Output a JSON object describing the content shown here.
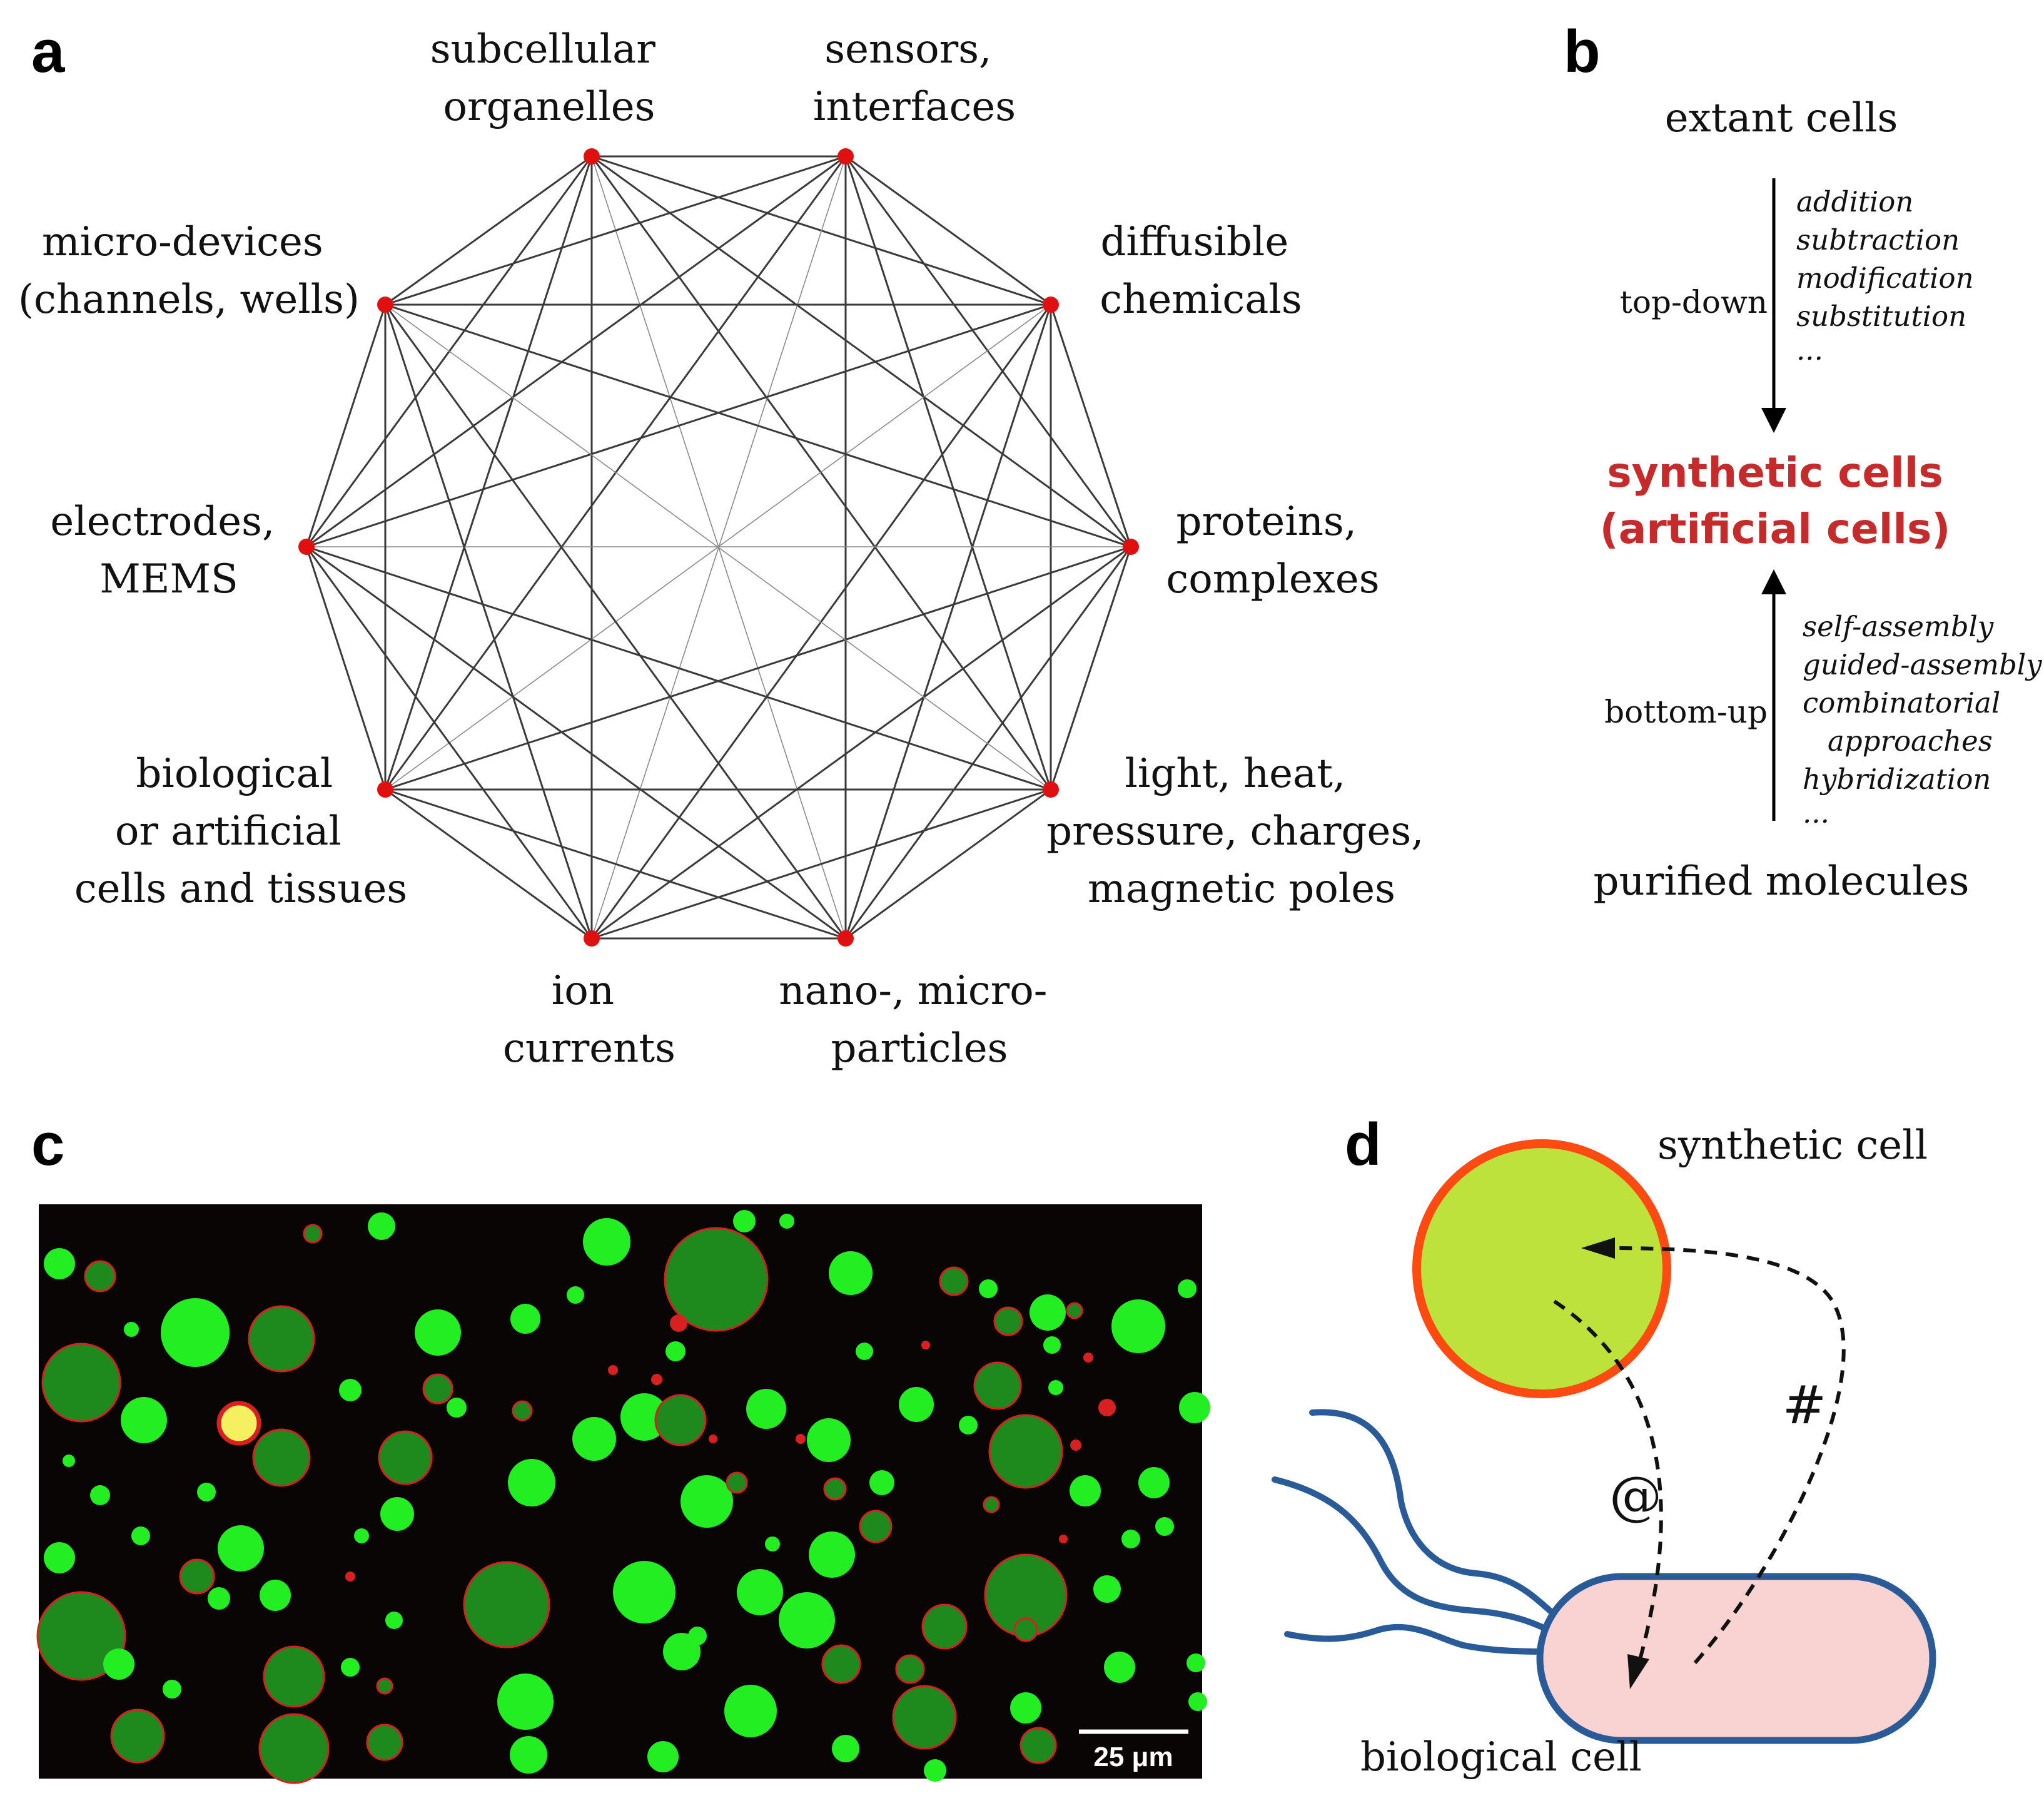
{
  "panels": {
    "a": "a",
    "b": "b",
    "c": "c",
    "d": "d"
  },
  "panel_a": {
    "nodes": [
      {
        "id": "organelles",
        "lines": [
          "subcellular",
          "organelles"
        ]
      },
      {
        "id": "sensors",
        "lines": [
          "sensors,",
          "interfaces"
        ]
      },
      {
        "id": "chemicals",
        "lines": [
          "diffusible",
          "chemicals"
        ]
      },
      {
        "id": "proteins",
        "lines": [
          "proteins,",
          "complexes"
        ]
      },
      {
        "id": "light",
        "lines": [
          "light, heat,",
          "pressure, charges,",
          "magnetic poles"
        ]
      },
      {
        "id": "particles",
        "lines": [
          "nano-, micro-",
          "particles"
        ]
      },
      {
        "id": "ion",
        "lines": [
          "ion",
          "currents"
        ]
      },
      {
        "id": "cells",
        "lines": [
          "biological",
          "or artificial",
          "cells and tissues"
        ]
      },
      {
        "id": "electrodes",
        "lines": [
          "electrodes,",
          "MEMS"
        ]
      },
      {
        "id": "devices",
        "lines": [
          "micro-devices",
          "(channels, wells)"
        ]
      }
    ],
    "node_color": "#e01010",
    "edge_color": "#3a3a3a"
  },
  "panel_b": {
    "top": "extant cells",
    "middle_line1": "synthetic cells",
    "middle_line2": "(artificial cells)",
    "bottom": "purified molecules",
    "topdown_label": "top-down",
    "bottomup_label": "bottom-up",
    "topdown_items": [
      "addition",
      "subtraction",
      "modification",
      "substitution",
      "..."
    ],
    "bottomup_items": [
      "self-assembly",
      "guided-assembly",
      "combinatorial",
      "approaches",
      "hybridization",
      "..."
    ],
    "accent": "#c62b2b"
  },
  "panel_c": {
    "scale_bar": "25 μm",
    "background": "#0a0505",
    "green": "#22ee22",
    "dark_green": "#1e8a1e",
    "membrane": "#d82020"
  },
  "panel_d": {
    "synthetic_label": "synthetic cell",
    "biological_label": "biological cell",
    "arrow1_symbol": "@",
    "arrow2_symbol": "#",
    "synthetic_fill": "#bde23c",
    "synthetic_stroke": "#ff4b12",
    "bio_fill": "#f9d2d2",
    "bio_stroke": "#2a5b99"
  }
}
